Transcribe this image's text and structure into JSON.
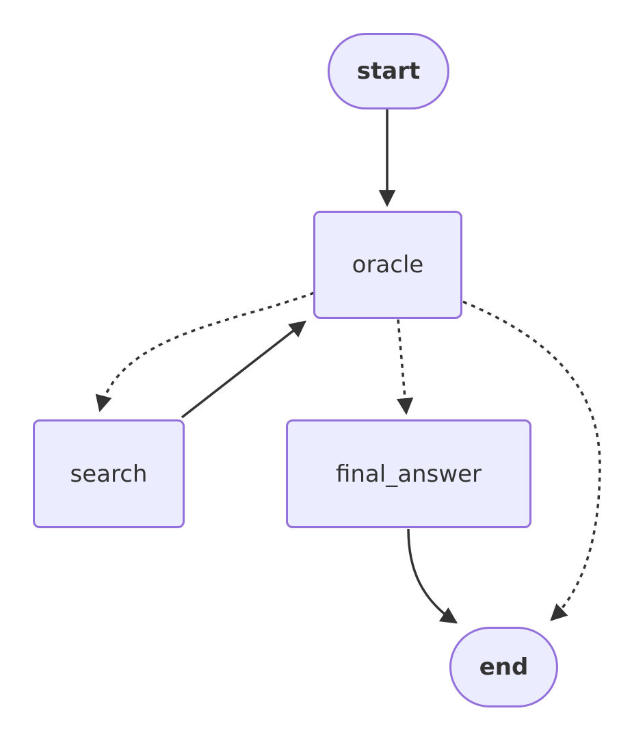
{
  "diagram": {
    "type": "flowchart",
    "direction": "top-down",
    "nodes": [
      {
        "id": "start",
        "label": "start",
        "shape": "stadium"
      },
      {
        "id": "oracle",
        "label": "oracle",
        "shape": "rounded-rect"
      },
      {
        "id": "search",
        "label": "search",
        "shape": "rounded-rect"
      },
      {
        "id": "final_answer",
        "label": "final_answer",
        "shape": "rounded-rect"
      },
      {
        "id": "end",
        "label": "end",
        "shape": "stadium"
      }
    ],
    "edges": [
      {
        "from": "start",
        "to": "oracle",
        "style": "solid"
      },
      {
        "from": "oracle",
        "to": "search",
        "style": "dashed"
      },
      {
        "from": "search",
        "to": "oracle",
        "style": "solid"
      },
      {
        "from": "oracle",
        "to": "final_answer",
        "style": "dashed"
      },
      {
        "from": "oracle",
        "to": "end",
        "style": "dashed"
      },
      {
        "from": "final_answer",
        "to": "end",
        "style": "solid"
      }
    ],
    "colors": {
      "node_fill": "#ECECFF",
      "node_border": "#9370DB",
      "edge": "#333333",
      "text": "#333333",
      "background": "#FFFFFF"
    }
  }
}
